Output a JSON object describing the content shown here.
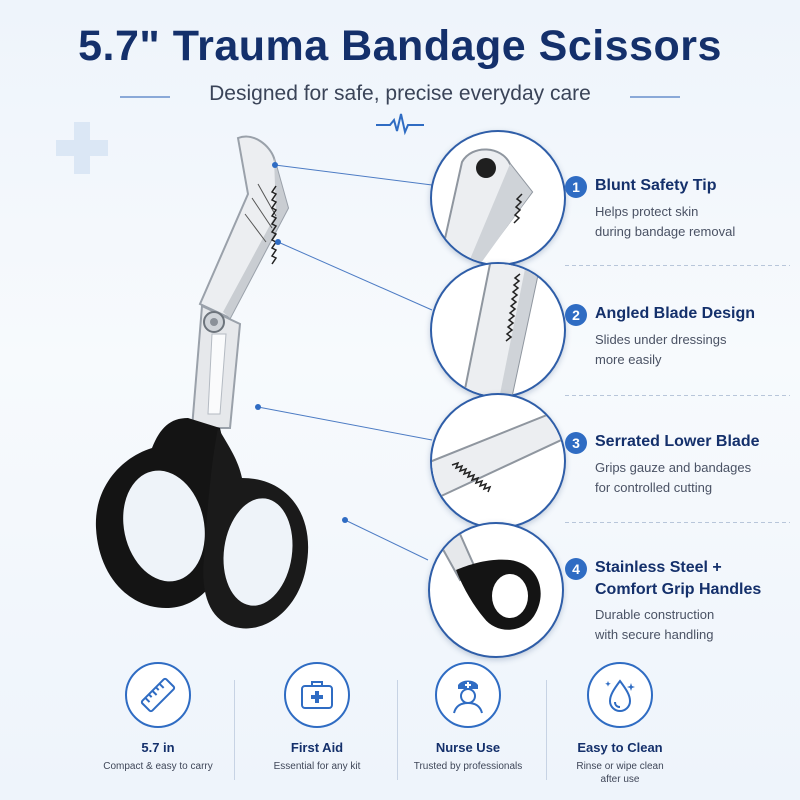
{
  "header": {
    "title": "5.7\" Trauma Bandage Scissors",
    "subtitle": "Designed for safe, precise everyday care"
  },
  "features": [
    {
      "number": "1",
      "title": "Blunt Safety Tip",
      "desc_line1": "Helps protect skin",
      "desc_line2": "during bandage removal"
    },
    {
      "number": "2",
      "title": "Angled Blade Design",
      "desc_line1": "Slides under dressings",
      "desc_line2": "more easily"
    },
    {
      "number": "3",
      "title": "Serrated Lower Blade",
      "desc_line1": "Grips gauze and bandages",
      "desc_line2": "for controlled cutting"
    },
    {
      "number": "4",
      "title_line1": "Stainless Steel +",
      "title_line2": "Comfort Grip Handles",
      "desc_line1": "Durable construction",
      "desc_line2": "with secure handling"
    }
  ],
  "bottom_features": [
    {
      "icon": "ruler-icon",
      "title": "5.7 in",
      "desc_line1": "Compact & easy to carry",
      "desc_line2": ""
    },
    {
      "icon": "first-aid-kit-icon",
      "title": "First Aid",
      "desc_line1": "Essential for any kit",
      "desc_line2": ""
    },
    {
      "icon": "nurse-icon",
      "title": "Nurse Use",
      "desc_line1": "Trusted by professionals",
      "desc_line2": ""
    },
    {
      "icon": "water-drop-icon",
      "title": "Easy to Clean",
      "desc_line1": "Rinse or wipe clean",
      "desc_line2": "after use"
    }
  ],
  "colors": {
    "accent": "#2f6cc3",
    "title": "#14306b",
    "handle": "#141414",
    "blade": "#e4e7eb"
  }
}
